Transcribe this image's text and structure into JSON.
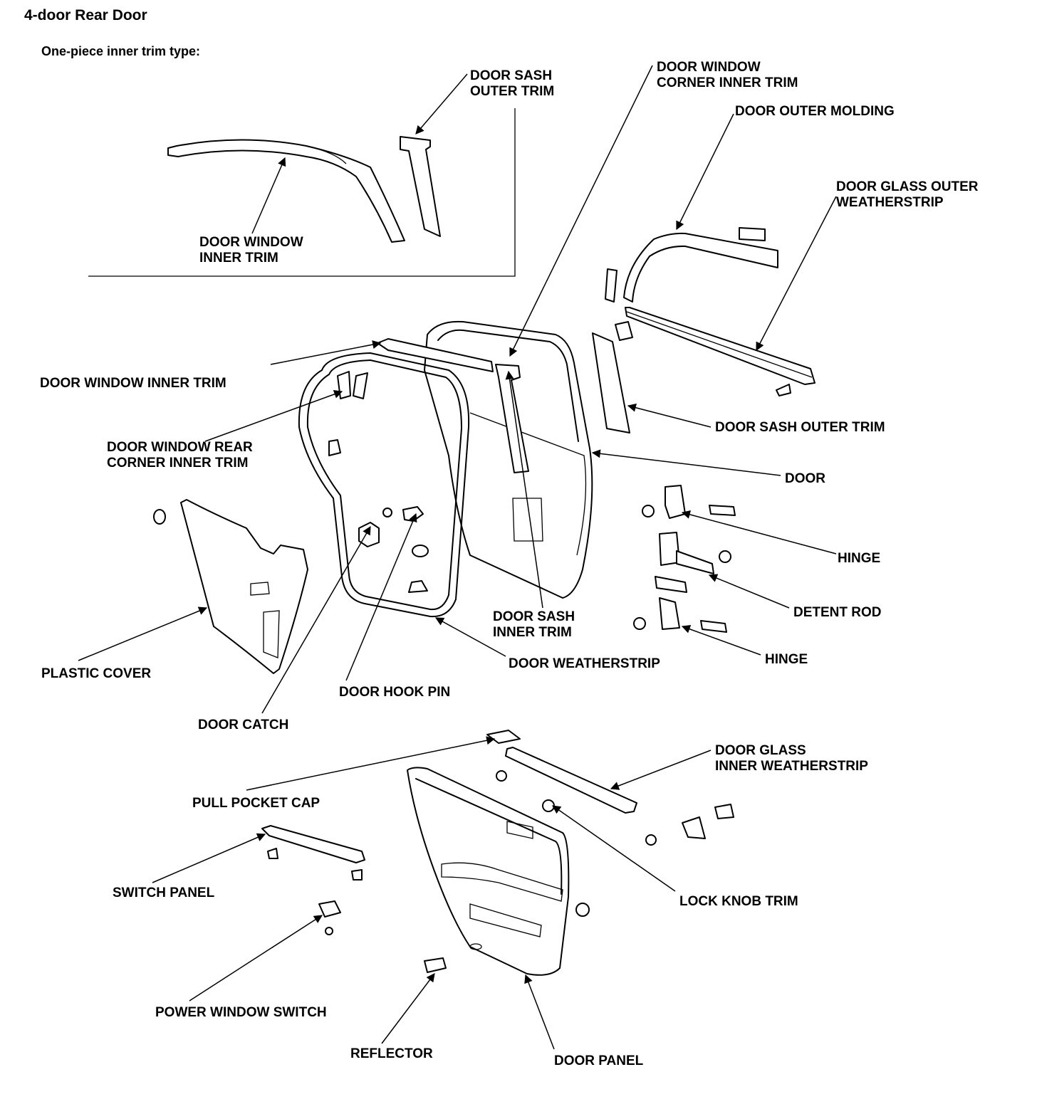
{
  "header": {
    "title": "4-door Rear Door",
    "subtitle": "One-piece inner trim type:"
  },
  "labels": {
    "door_sash_outer_trim_top": [
      "DOOR SASH",
      "OUTER TRIM"
    ],
    "door_window_inner_trim_top": [
      "DOOR WINDOW",
      "INNER TRIM"
    ],
    "door_window_corner_inner_trim": [
      "DOOR WINDOW",
      "CORNER INNER TRIM"
    ],
    "door_outer_molding": [
      "DOOR OUTER MOLDING"
    ],
    "door_glass_outer_weatherstrip": [
      "DOOR GLASS OUTER",
      "WEATHERSTRIP"
    ],
    "door_window_inner_trim": [
      "DOOR WINDOW INNER TRIM"
    ],
    "door_window_rear_corner_inner_trim": [
      "DOOR WINDOW REAR",
      "CORNER INNER TRIM"
    ],
    "door_sash_outer_trim": [
      "DOOR SASH OUTER TRIM"
    ],
    "door": [
      "DOOR"
    ],
    "hinge_upper": [
      "HINGE"
    ],
    "detent_rod": [
      "DETENT ROD"
    ],
    "hinge_lower": [
      "HINGE"
    ],
    "door_sash_inner_trim": [
      "DOOR SASH",
      "INNER TRIM"
    ],
    "door_weatherstrip": [
      "DOOR WEATHERSTRIP"
    ],
    "plastic_cover": [
      "PLASTIC COVER"
    ],
    "door_hook_pin": [
      "DOOR HOOK PIN"
    ],
    "door_catch": [
      "DOOR CATCH"
    ],
    "door_glass_inner_weatherstrip": [
      "DOOR GLASS",
      "INNER WEATHERSTRIP"
    ],
    "pull_pocket_cap": [
      "PULL POCKET CAP"
    ],
    "switch_panel": [
      "SWITCH PANEL"
    ],
    "lock_knob_trim": [
      "LOCK KNOB TRIM"
    ],
    "power_window_switch": [
      "POWER WINDOW SWITCH"
    ],
    "reflector": [
      "REFLECTOR"
    ],
    "door_panel": [
      "DOOR PANEL"
    ]
  }
}
